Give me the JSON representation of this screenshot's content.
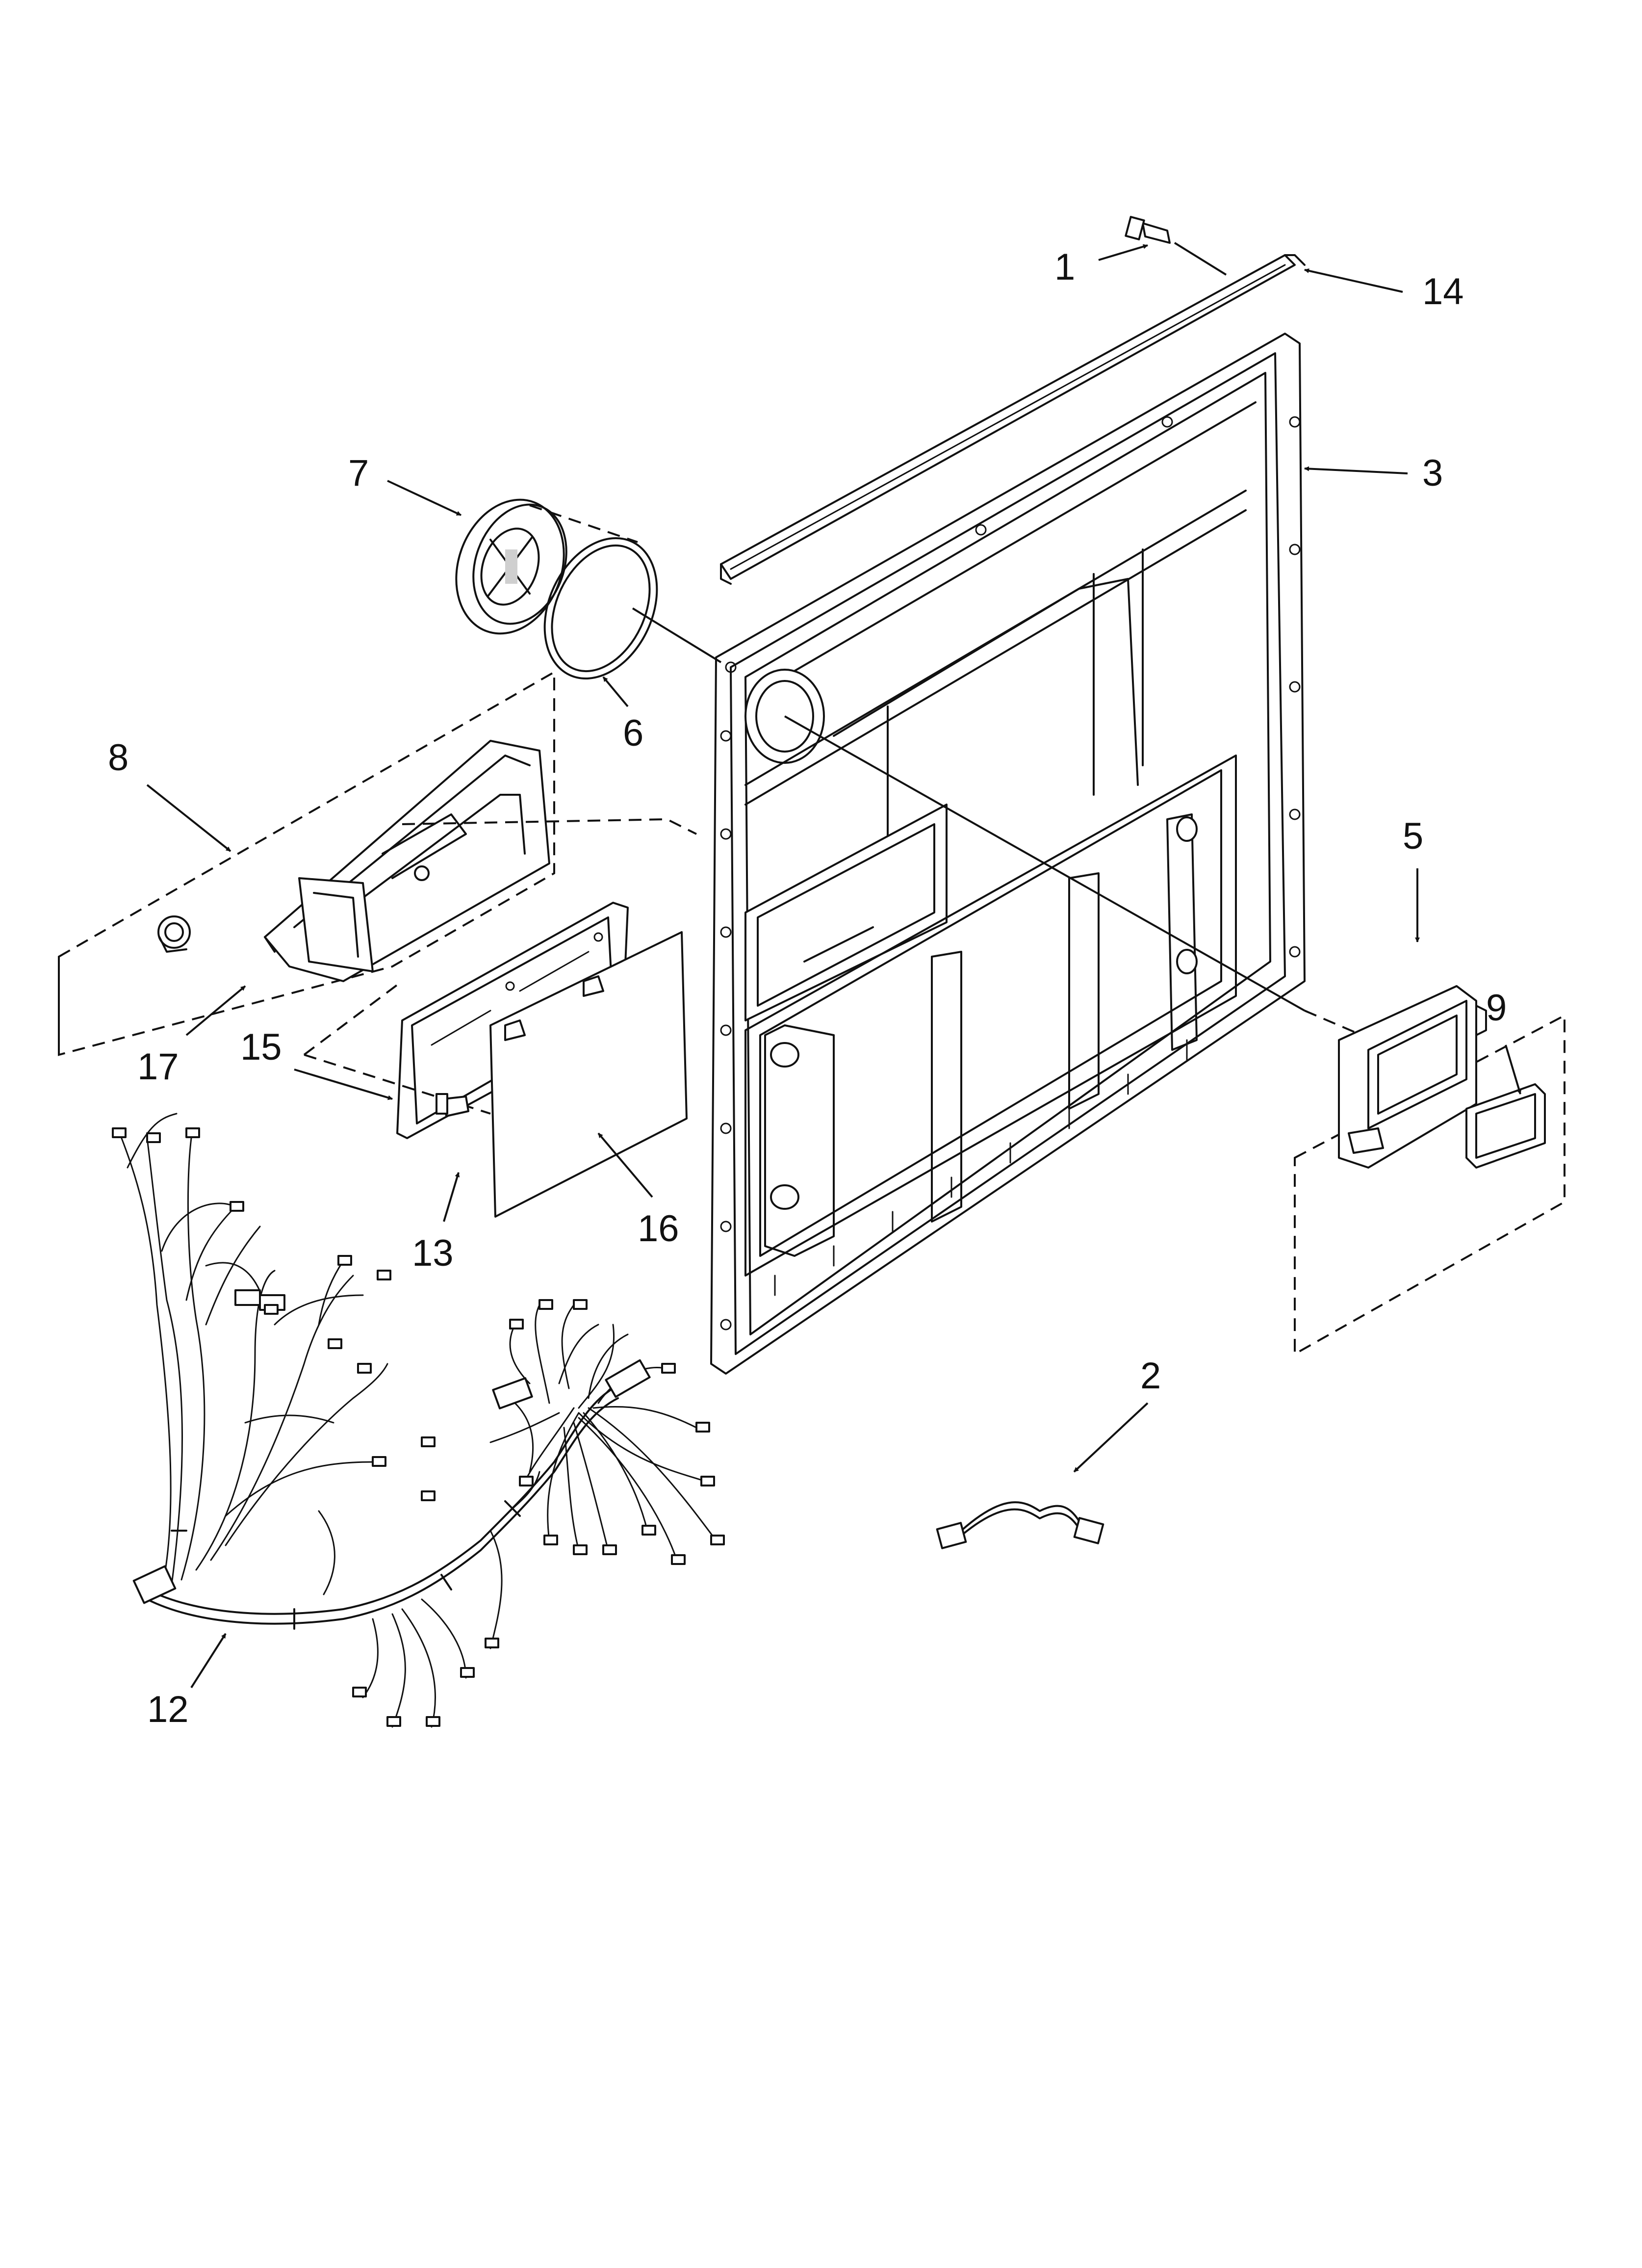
{
  "diagram": {
    "callouts": [
      {
        "id": "c1",
        "label": "1"
      },
      {
        "id": "c2",
        "label": "2"
      },
      {
        "id": "c3",
        "label": "3"
      },
      {
        "id": "c5",
        "label": "5"
      },
      {
        "id": "c6",
        "label": "6"
      },
      {
        "id": "c7",
        "label": "7"
      },
      {
        "id": "c8",
        "label": "8"
      },
      {
        "id": "c9",
        "label": "9"
      },
      {
        "id": "c12",
        "label": "12"
      },
      {
        "id": "c13",
        "label": "13"
      },
      {
        "id": "c14",
        "label": "14"
      },
      {
        "id": "c15",
        "label": "15"
      },
      {
        "id": "c16",
        "label": "16"
      },
      {
        "id": "c17",
        "label": "17"
      }
    ]
  }
}
